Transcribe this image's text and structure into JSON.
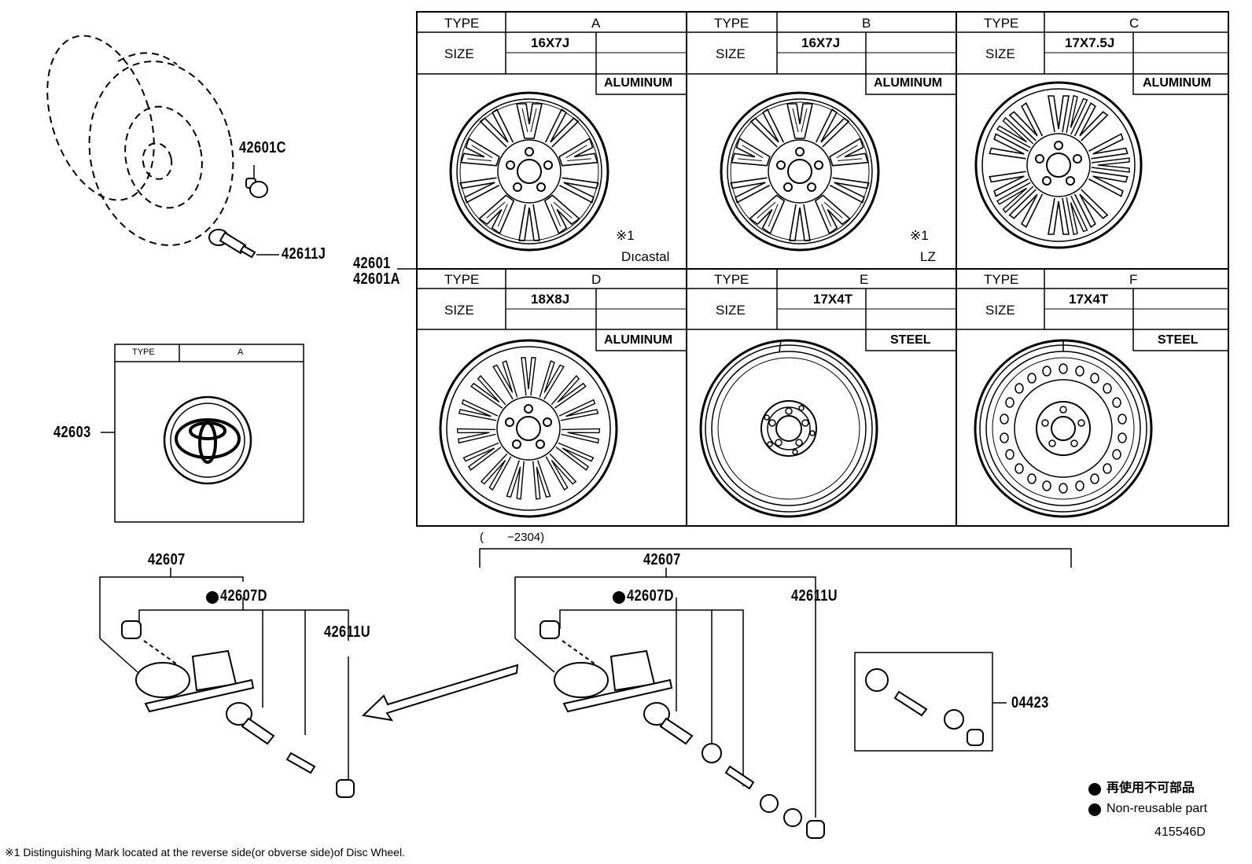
{
  "table": {
    "type_header": "TYPE",
    "size_header": "SIZE",
    "cells": [
      {
        "type": "A",
        "size": "16X7J",
        "material": "ALUMINUM",
        "mark": "※1",
        "maker": "Dıcastal"
      },
      {
        "type": "B",
        "size": "16X7J",
        "material": "ALUMINUM",
        "mark": "※1",
        "maker": "LZ"
      },
      {
        "type": "C",
        "size": "17X7.5J",
        "material": "ALUMINUM"
      },
      {
        "type": "D",
        "size": "18X8J",
        "material": "ALUMINUM"
      },
      {
        "type": "E",
        "size": "17X4T",
        "material": "STEEL"
      },
      {
        "type": "F",
        "size": "17X4T",
        "material": "STEEL"
      }
    ]
  },
  "cap_box": {
    "type_header": "TYPE",
    "type": "A"
  },
  "parts": {
    "p42601C": "42601C",
    "p42611J": "42611J",
    "p42601": "42601",
    "p42601A": "42601A",
    "p42603": "42603",
    "p42607_left": "42607",
    "p42607D_left": "42607D",
    "p42611U_left": "42611U",
    "p42607_right": "42607",
    "p42607D_right": "42607D",
    "p42611U_right": "42611U",
    "p04423": "04423"
  },
  "date_range": "(　　−2304)",
  "legend": {
    "jp": "再使用不可部品",
    "en": "Non-reusable part"
  },
  "drawing_id": "415546D",
  "footnote": "※1 Distinguishing Mark located at the reverse side(or obverse side)of Disc Wheel."
}
